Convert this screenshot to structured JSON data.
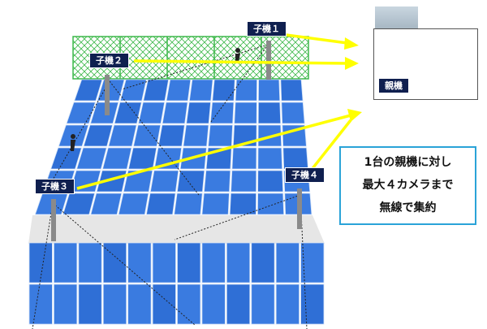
{
  "cameras": [
    {
      "label": "子機１"
    },
    {
      "label": "子機２"
    },
    {
      "label": "子機３"
    },
    {
      "label": "子機４"
    }
  ],
  "parent": {
    "label": "親機"
  },
  "info": {
    "lines": [
      "1台の親機に対し",
      "最大４カメラまで",
      "無線で集約"
    ]
  },
  "colors": {
    "arrow": "#ffff00",
    "fence": "#3db84a",
    "panel": "#2f6fd6",
    "tag": "#0f1f4f",
    "info_border": "#2aa3d8"
  }
}
